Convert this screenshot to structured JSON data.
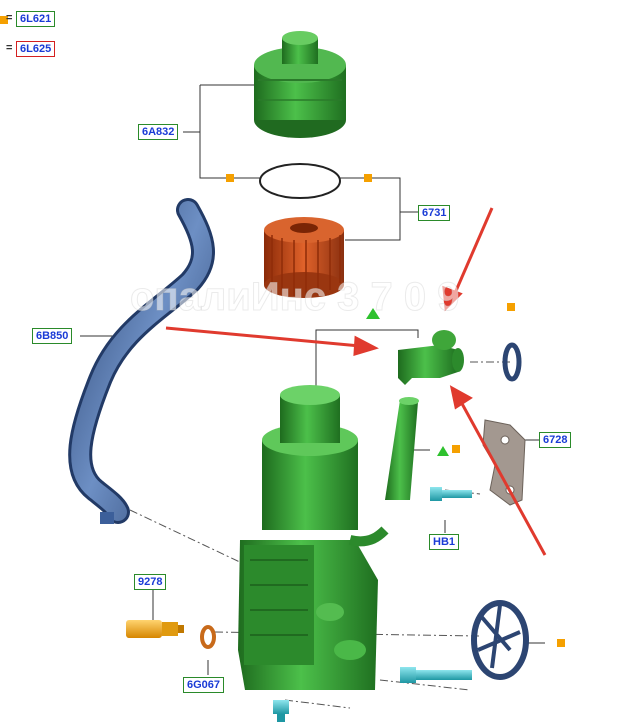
{
  "legend": {
    "row1": {
      "symbol": "=",
      "code": "6L621"
    },
    "row2": {
      "symbol": "=",
      "code": "6L625"
    }
  },
  "callouts": {
    "cap": "6A832",
    "filter": "6731",
    "hose": "6B850",
    "bracket": "6728",
    "bolt": "HB1",
    "sensor": "9278",
    "washer": "6G067"
  },
  "watermark": "опалиИнс 3 7 0 9",
  "colors": {
    "part_green": "#3fa63a",
    "filter_orange": "#d0521a",
    "hose_blue": "#3c5f9a",
    "bracket_grey": "#9a8f86",
    "bolt_cyan": "#2eb6c2",
    "sensor_orange": "#f0a020",
    "arrow_red": "#e03a2e",
    "label_border": "#2a8a2a",
    "label_text": "#1a3bd6",
    "marker_orange": "#f5a000"
  }
}
